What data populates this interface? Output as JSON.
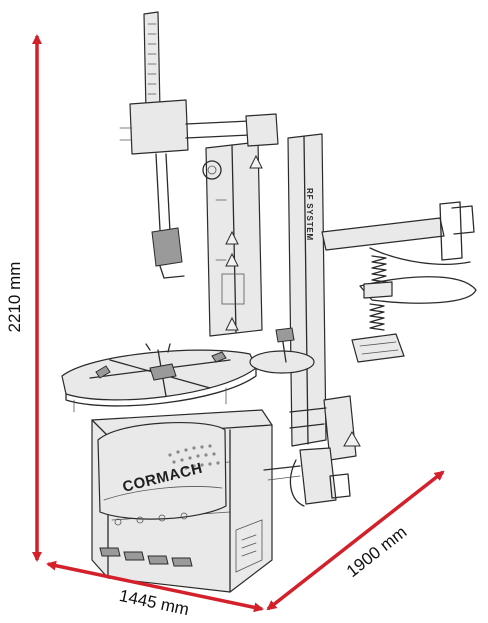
{
  "dimensions": {
    "height_label": "2210 mm",
    "width_label": "1445 mm",
    "depth_label": "1900 mm"
  },
  "machine": {
    "brand_label": "CORMACH",
    "column_label": "RF SYSTEM"
  },
  "colors": {
    "dimension_arrow": "#d3202a",
    "outline": "#2b2b2b",
    "background": "#ffffff"
  }
}
